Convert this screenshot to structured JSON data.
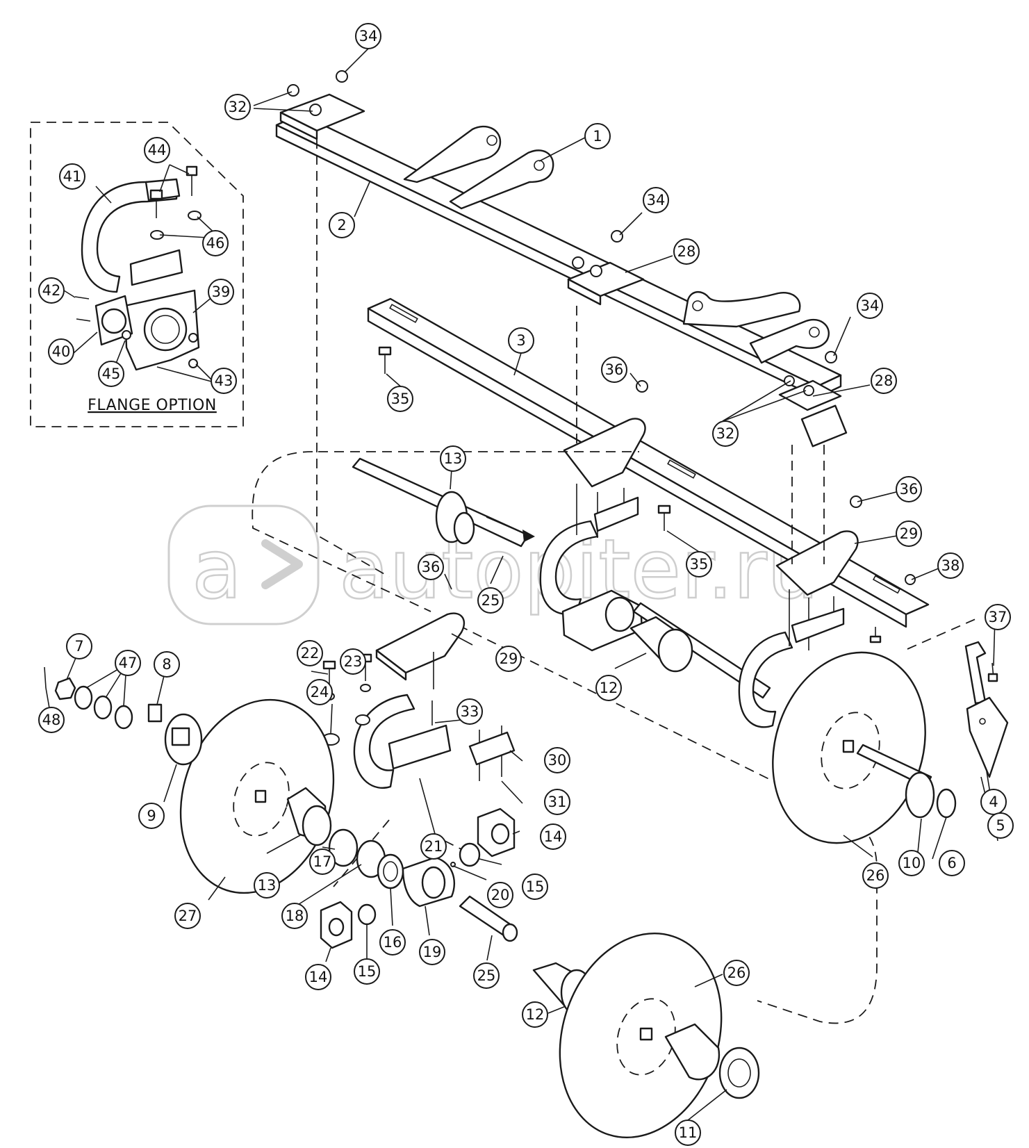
{
  "flange_option_label": "FLANGE OPTION",
  "watermark": "autopiter.ru",
  "callouts": [
    {
      "id": "c34a",
      "num": "34"
    },
    {
      "id": "c32a",
      "num": "32"
    },
    {
      "id": "c1",
      "num": "1"
    },
    {
      "id": "c2",
      "num": "2"
    },
    {
      "id": "c34b",
      "num": "34"
    },
    {
      "id": "c28a",
      "num": "28"
    },
    {
      "id": "c34c",
      "num": "34"
    },
    {
      "id": "c28b",
      "num": "28"
    },
    {
      "id": "c32b",
      "num": "32"
    },
    {
      "id": "c3",
      "num": "3"
    },
    {
      "id": "c36a",
      "num": "36"
    },
    {
      "id": "c35a",
      "num": "35"
    },
    {
      "id": "c44",
      "num": "44"
    },
    {
      "id": "c41",
      "num": "41"
    },
    {
      "id": "c46",
      "num": "46"
    },
    {
      "id": "c42",
      "num": "42"
    },
    {
      "id": "c39",
      "num": "39"
    },
    {
      "id": "c40",
      "num": "40"
    },
    {
      "id": "c45",
      "num": "45"
    },
    {
      "id": "c43",
      "num": "43"
    },
    {
      "id": "c13a",
      "num": "13"
    },
    {
      "id": "c36b",
      "num": "36"
    },
    {
      "id": "c29a",
      "num": "29"
    },
    {
      "id": "c35b",
      "num": "35"
    },
    {
      "id": "c38",
      "num": "38"
    },
    {
      "id": "c36c",
      "num": "36"
    },
    {
      "id": "c25a",
      "num": "25"
    },
    {
      "id": "c37",
      "num": "37"
    },
    {
      "id": "c7",
      "num": "7"
    },
    {
      "id": "c47",
      "num": "47"
    },
    {
      "id": "c8",
      "num": "8"
    },
    {
      "id": "c48",
      "num": "48"
    },
    {
      "id": "c22",
      "num": "22"
    },
    {
      "id": "c23",
      "num": "23"
    },
    {
      "id": "c24",
      "num": "24"
    },
    {
      "id": "c29b",
      "num": "29"
    },
    {
      "id": "c12a",
      "num": "12"
    },
    {
      "id": "c33",
      "num": "33"
    },
    {
      "id": "c30",
      "num": "30"
    },
    {
      "id": "c9",
      "num": "9"
    },
    {
      "id": "c31",
      "num": "31"
    },
    {
      "id": "c4",
      "num": "4"
    },
    {
      "id": "c5",
      "num": "5"
    },
    {
      "id": "c14a",
      "num": "14"
    },
    {
      "id": "c10",
      "num": "10"
    },
    {
      "id": "c6",
      "num": "6"
    },
    {
      "id": "c26a",
      "num": "26"
    },
    {
      "id": "c21",
      "num": "21"
    },
    {
      "id": "c17",
      "num": "17"
    },
    {
      "id": "c13b",
      "num": "13"
    },
    {
      "id": "c15a",
      "num": "15"
    },
    {
      "id": "c20",
      "num": "20"
    },
    {
      "id": "c27",
      "num": "27"
    },
    {
      "id": "c18",
      "num": "18"
    },
    {
      "id": "c16",
      "num": "16"
    },
    {
      "id": "c19",
      "num": "19"
    },
    {
      "id": "c14b",
      "num": "14"
    },
    {
      "id": "c15b",
      "num": "15"
    },
    {
      "id": "c25b",
      "num": "25"
    },
    {
      "id": "c26b",
      "num": "26"
    },
    {
      "id": "c12b",
      "num": "12"
    },
    {
      "id": "c11",
      "num": "11"
    }
  ]
}
